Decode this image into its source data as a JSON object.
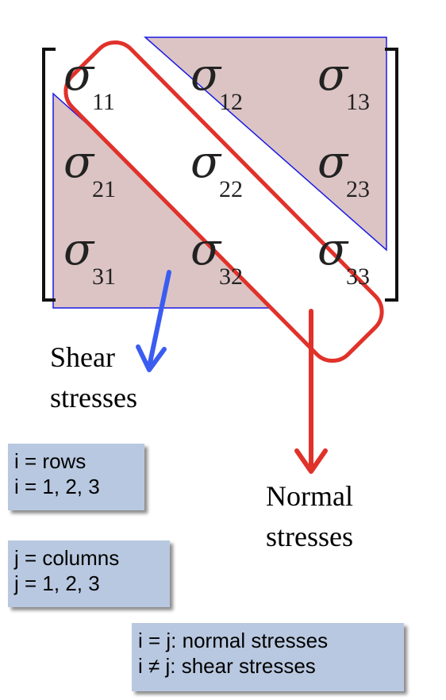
{
  "colors": {
    "shear_fill": "#dcc4c4",
    "triangle_edge": "#1a1ae6",
    "normal_accent": "#e0322a",
    "shear_arrow": "#3b5cf0",
    "note_bg": "#b8c8e0"
  },
  "matrix": {
    "symbol": "σ",
    "cells": [
      [
        "11",
        "12",
        "13"
      ],
      [
        "21",
        "22",
        "23"
      ],
      [
        "31",
        "32",
        "33"
      ]
    ]
  },
  "labels": {
    "shear": [
      "Shear",
      "stresses"
    ],
    "normal": [
      "Normal",
      "stresses"
    ]
  },
  "notes": {
    "rows": [
      "i = rows",
      "i = 1, 2, 3"
    ],
    "cols": [
      "j = columns",
      "j = 1, 2, 3"
    ],
    "rule": [
      "i = j: normal stresses",
      "i ≠ j: shear stresses"
    ]
  }
}
